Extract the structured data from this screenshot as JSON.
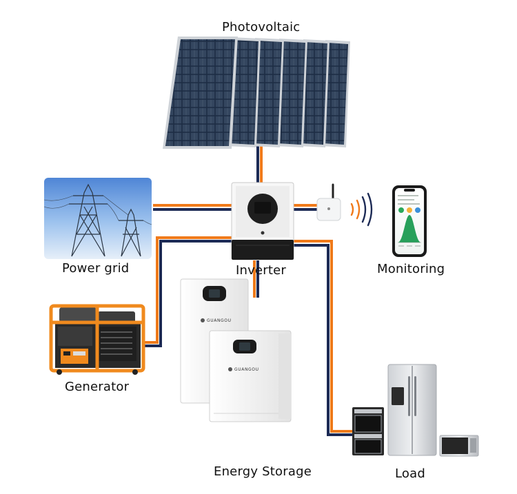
{
  "labels": {
    "photovoltaic": "Photovoltaic",
    "power_grid": "Power grid",
    "inverter": "Inverter",
    "monitoring": "Monitoring",
    "generator": "Generator",
    "energy_storage": "Energy Storage",
    "load": "Load"
  },
  "battery_brand": "GUANGOU",
  "colors": {
    "cable_orange": "#f07a1a",
    "cable_navy": "#1c2a55",
    "panel_cell": "#1d2d44",
    "generator_frame": "#f08a1e",
    "battery_body": "#f4f4f4"
  }
}
